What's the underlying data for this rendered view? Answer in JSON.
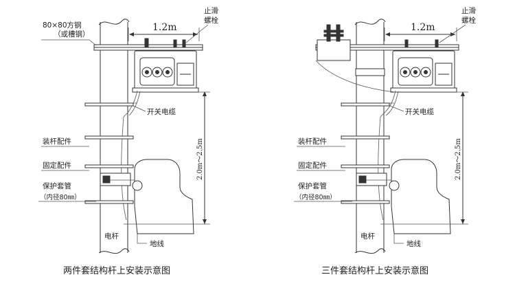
{
  "left": {
    "caption": "两件套结构杆上安装示意图",
    "dim_top": "1.2m",
    "stop_bolt_line1": "止滑",
    "stop_bolt_line2": "螺栓",
    "steel_line1": "80×80方钢",
    "steel_line2": "（或槽钢）",
    "switch_cable": "开关电缆",
    "mount_fitting": "装杆配件",
    "fix_fitting": "固定配件",
    "sleeve_line1": "保护套管",
    "sleeve_line2": "（内径80㎜）",
    "height_dim": "2.0m～2.5m",
    "pole": "电杆",
    "ground": "地线"
  },
  "right": {
    "caption": "三件套结构杆上安装示意图",
    "dim_top": "1.2m",
    "stop_bolt_line1": "止滑",
    "stop_bolt_line2": "螺栓",
    "switch_cable": "开关电缆",
    "mount_fitting": "装杆配件",
    "fix_fitting": "固定配件",
    "sleeve_line1": "保护套管",
    "sleeve_line2": "（内径80㎜）",
    "height_dim": "2.0m～2.5m",
    "pole": "电杆",
    "ground": "地线"
  }
}
